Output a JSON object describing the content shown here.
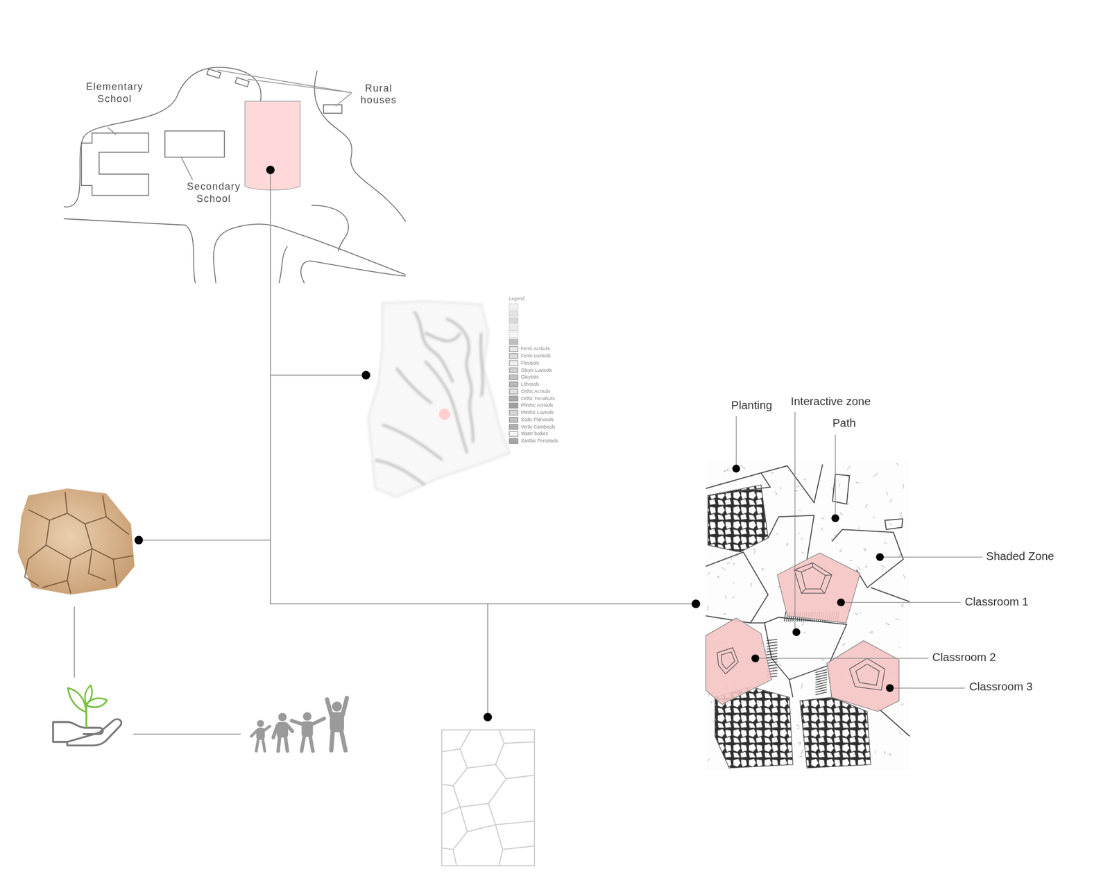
{
  "diagram": {
    "labels": [
      "Elementary School",
      "Secondary School",
      "Rural houses",
      "Legend",
      "Planting",
      "Interactive zone",
      "Path",
      "Shaded Zone",
      "Classroom 1",
      "Classroom 2",
      "Classroom 3"
    ],
    "legend": [
      {
        "text": "Ferric Acrisols",
        "color": "#e8e8e8"
      },
      {
        "text": "Ferric Luvisols",
        "color": "#dcdcdc"
      },
      {
        "text": "Fluvisols",
        "color": "#f0f0f0"
      },
      {
        "text": "Gleyic Luvisols",
        "color": "#d0d0d0"
      },
      {
        "text": "Gleysols",
        "color": "#c4c4c4"
      },
      {
        "text": "Lithosols",
        "color": "#b8b8b8"
      },
      {
        "text": "Orthic Acrisols",
        "color": "#e0e0e0"
      },
      {
        "text": "Orthic Ferralsols",
        "color": "#ababab"
      },
      {
        "text": "Plinthic Acrisols",
        "color": "#9f9f9f"
      },
      {
        "text": "Plinthic Luvisols",
        "color": "#d6d6d6"
      },
      {
        "text": "Sodic Planosols",
        "color": "#c0c0c0"
      },
      {
        "text": "Vertic Cambisols",
        "color": "#b0b0b0"
      },
      {
        "text": "Water bodies",
        "color": "#f5f5f5"
      },
      {
        "text": "Xanthic Ferralsols",
        "color": "#a5a5a5"
      }
    ]
  }
}
